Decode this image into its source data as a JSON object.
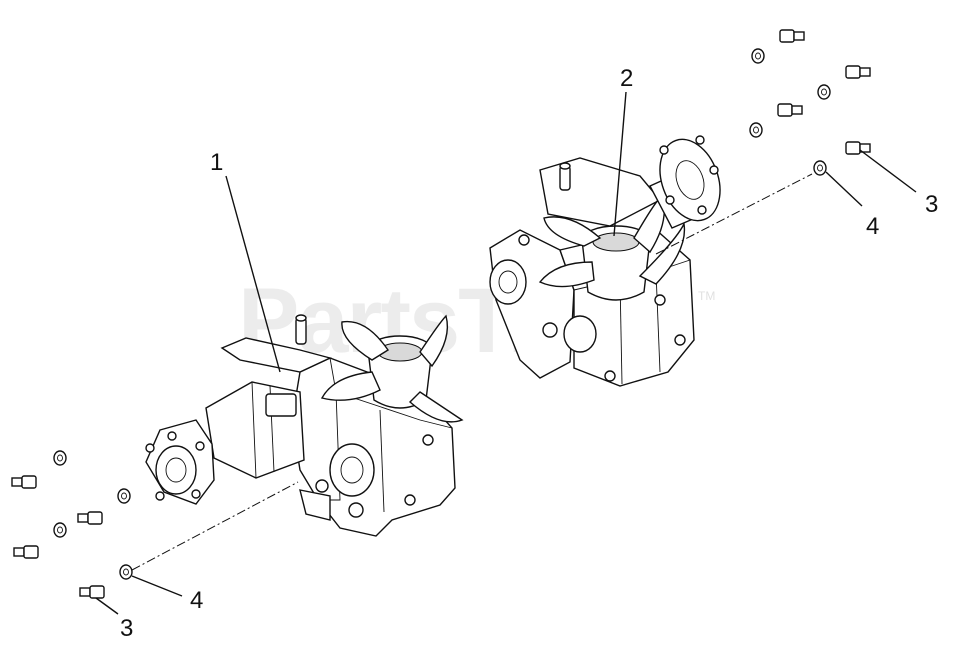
{
  "watermark": {
    "text": "PartsTree",
    "mark": "TM"
  },
  "callouts": [
    {
      "id": "c1",
      "text": "1"
    },
    {
      "id": "c2",
      "text": "2"
    },
    {
      "id": "c3a",
      "text": "3"
    },
    {
      "id": "c4a",
      "text": "4"
    },
    {
      "id": "c3b",
      "text": "3"
    },
    {
      "id": "c4b",
      "text": "4"
    }
  ]
}
